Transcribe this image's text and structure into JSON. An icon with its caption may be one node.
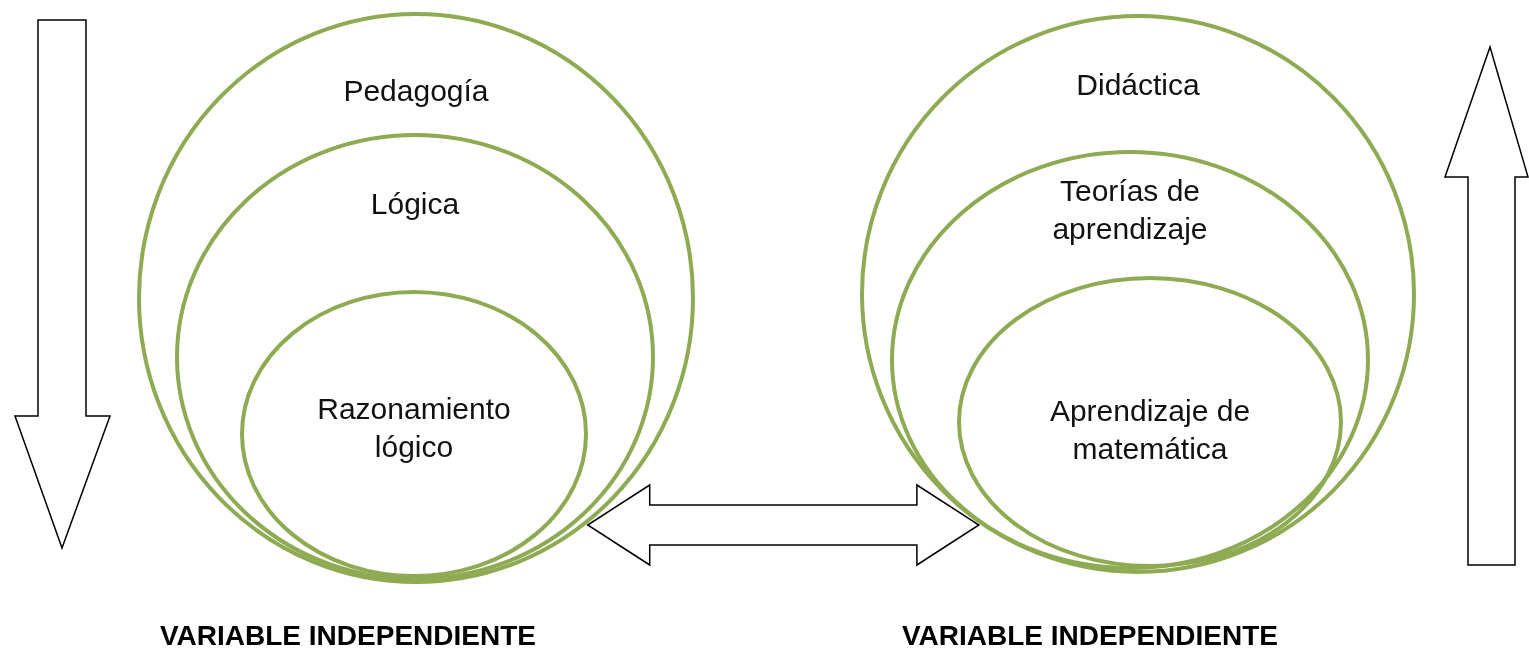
{
  "diagram": {
    "nodes": [
      {
        "text": [
          "Pedagogía"
        ]
      },
      {
        "text": [
          "Lógica"
        ],
        "in": 0
      },
      {
        "text": [
          "Razonamiento lógico"
        ],
        "in": 1
      },
      {
        "text": [
          "Didáctica"
        ]
      },
      {
        "text": [
          "Teorías de aprendizaje"
        ],
        "in": 3
      },
      {
        "text": [
          "Aprendizaje de matemática"
        ],
        "in": 4
      }
    ],
    "edges": [
      {
        "from": 0,
        "to": 3,
        "arrow": "both"
      }
    ],
    "labels": [
      "VARIABLE INDEPENDIENTE",
      "VARIABLE INDEPENDIENTE"
    ]
  }
}
